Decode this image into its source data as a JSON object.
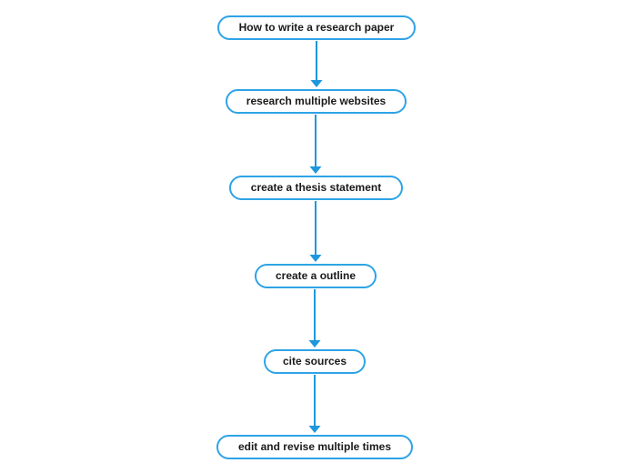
{
  "flowchart": {
    "type": "flowchart",
    "direction": "top-down",
    "nodes": [
      {
        "id": "root",
        "label": "How to write a research paper"
      },
      {
        "id": "step-1",
        "label": "research multiple websites"
      },
      {
        "id": "step-2",
        "label": "create a thesis statement"
      },
      {
        "id": "step-3",
        "label": "create a outline"
      },
      {
        "id": "step-4",
        "label": "cite sources"
      },
      {
        "id": "step-5",
        "label": "edit and revise multiple times"
      }
    ],
    "edges": [
      {
        "from": "root",
        "to": "step-1"
      },
      {
        "from": "step-1",
        "to": "step-2"
      },
      {
        "from": "step-2",
        "to": "step-3"
      },
      {
        "from": "step-3",
        "to": "step-4"
      },
      {
        "from": "step-4",
        "to": "step-5"
      }
    ],
    "colors": {
      "node_border": "#2ea3e6",
      "node_fill": "#ffffff",
      "arrow": "#1e97dd",
      "text": "#1a1a1a",
      "background": "#ffffff"
    }
  }
}
